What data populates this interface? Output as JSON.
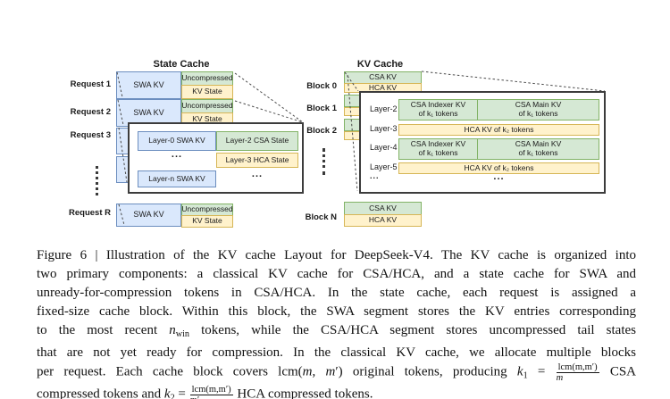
{
  "colors": {
    "blue_fill": "#dae8fc",
    "blue_stroke": "#6c8ebf",
    "green_fill": "#d5e8d4",
    "green_stroke": "#82b366",
    "yellow_fill": "#fff2cc",
    "yellow_stroke": "#d6b656",
    "overlay_border": "#3c3c3c"
  },
  "state_cache": {
    "title": "State Cache",
    "row1": {
      "label": "Request 1",
      "swa": "SWA KV",
      "top": "Uncompressed",
      "bottom": "KV State"
    },
    "row2": {
      "label": "Request 2",
      "swa": "SWA KV",
      "top": "Uncompressed",
      "bottom": "KV State"
    },
    "row3": {
      "label": "Request 3"
    },
    "rowR": {
      "label": "Request R",
      "swa": "SWA KV",
      "top": "Uncompressed",
      "bottom": "KV State"
    },
    "overlay": {
      "layer0": "Layer-0 SWA KV",
      "layer2": "Layer-2 CSA State",
      "layer3": "Layer-3 HCA State",
      "layern": "Layer-n SWA KV",
      "dots": "..."
    }
  },
  "kv_cache": {
    "title": "KV Cache",
    "block0": {
      "label": "Block 0",
      "csa": "CSA KV",
      "hca": "HCA KV"
    },
    "block1": {
      "label": "Block 1"
    },
    "block2": {
      "label": "Block 2"
    },
    "blockN": {
      "label": "Block N",
      "csa": "CSA KV",
      "hca": "HCA KV"
    },
    "overlay": {
      "layers": [
        "Layer-2",
        "Layer-3",
        "Layer-4",
        "Layer-5",
        "..."
      ],
      "indexer": "CSA Indexer KV",
      "main": "CSA Main KV",
      "of_k1": "of k₁ tokens",
      "hca": "HCA KV of k₂ tokens",
      "dots": "..."
    }
  },
  "caption": {
    "lines": [
      [
        {
          "t": "rm",
          "v": "Figure 6 | Illustration of the KV cache Layout for DeepSeek-V4. The KV cache is organized into"
        }
      ],
      [
        {
          "t": "rm",
          "v": "two primary components: a classical KV cache for CSA/HCA, and a state cache for SWA and"
        }
      ],
      [
        {
          "t": "rm",
          "v": "unready-for-compression tokens in CSA/HCA. In the state cache, each request is assigned a"
        }
      ],
      [
        {
          "t": "rm",
          "v": "fixed-size cache block. Within this block, the SWA segment stores the KV entries corresponding"
        }
      ],
      [
        {
          "t": "rm",
          "v": "to the most recent "
        },
        {
          "t": "it",
          "v": "n"
        },
        {
          "t": "sub",
          "v": "win"
        },
        {
          "t": "rm",
          "v": " tokens, while the CSA/HCA segment stores uncompressed tail states"
        }
      ],
      [
        {
          "t": "rm",
          "v": "that are not yet ready for compression. In the classical KV cache, we allocate multiple blocks"
        }
      ],
      [
        {
          "t": "rm",
          "v": "per request. Each cache block covers lcm("
        },
        {
          "t": "it",
          "v": "m"
        },
        {
          "t": "rm",
          "v": ", "
        },
        {
          "t": "it",
          "v": "m"
        },
        {
          "t": "rm",
          "v": "′) original tokens, producing "
        },
        {
          "t": "it",
          "v": "k"
        },
        {
          "t": "sub",
          "v": "1"
        },
        {
          "t": "rm",
          "v": " = "
        },
        {
          "t": "frac",
          "n": "lcm(m,m′)",
          "d": "m"
        },
        {
          "t": "rm",
          "v": " CSA"
        }
      ],
      [
        {
          "t": "rm",
          "v": "compressed tokens and "
        },
        {
          "t": "it",
          "v": "k"
        },
        {
          "t": "sub",
          "v": "2"
        },
        {
          "t": "rm",
          "v": " = "
        },
        {
          "t": "frac",
          "n": "lcm(m,m′)",
          "d": "m′"
        },
        {
          "t": "rm",
          "v": " HCA compressed tokens."
        }
      ]
    ]
  }
}
